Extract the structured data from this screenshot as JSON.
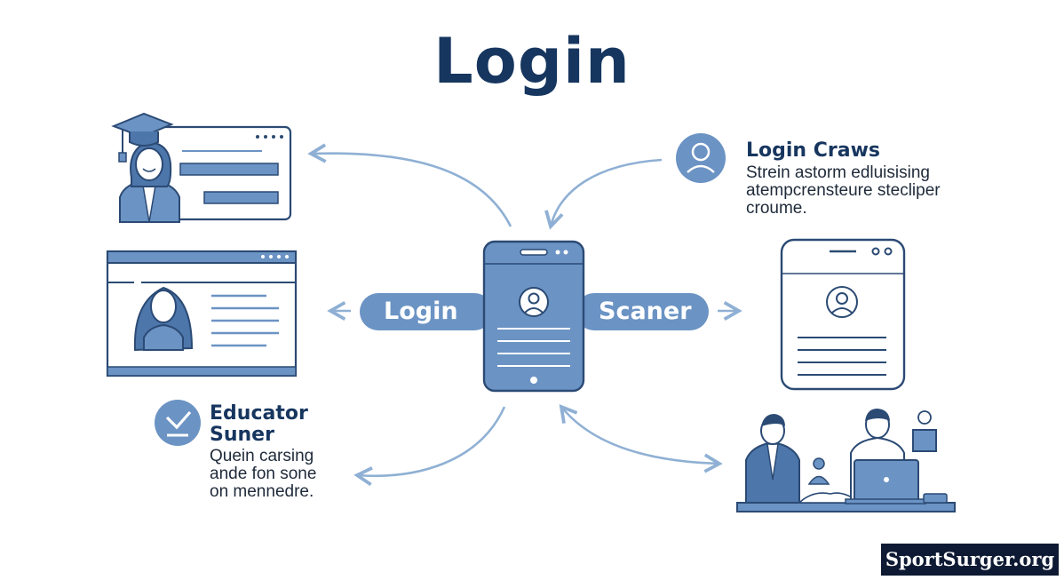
{
  "title": "Login",
  "pills": {
    "left_label": "Login",
    "right_label": "Scaner"
  },
  "top_right_note": {
    "heading": "Login Craws",
    "lines": [
      "Strein astorm edluisising",
      "atempcrensteure stecliper",
      "croume."
    ]
  },
  "bottom_left_note": {
    "heading_lines": [
      "Educator",
      "Suner"
    ],
    "lines": [
      "Quein carsing",
      "ande fon sone",
      "on mennedre."
    ]
  },
  "watermark": "SportSurger.org",
  "colors": {
    "navy": "#17365f",
    "accent": "#6b93c4",
    "accent_dark": "#4d76aa",
    "arrow": "#8fb0d4"
  },
  "icons": [
    "graduation-cap-icon",
    "user-avatar-icon",
    "check-icon",
    "laptop-icon"
  ]
}
